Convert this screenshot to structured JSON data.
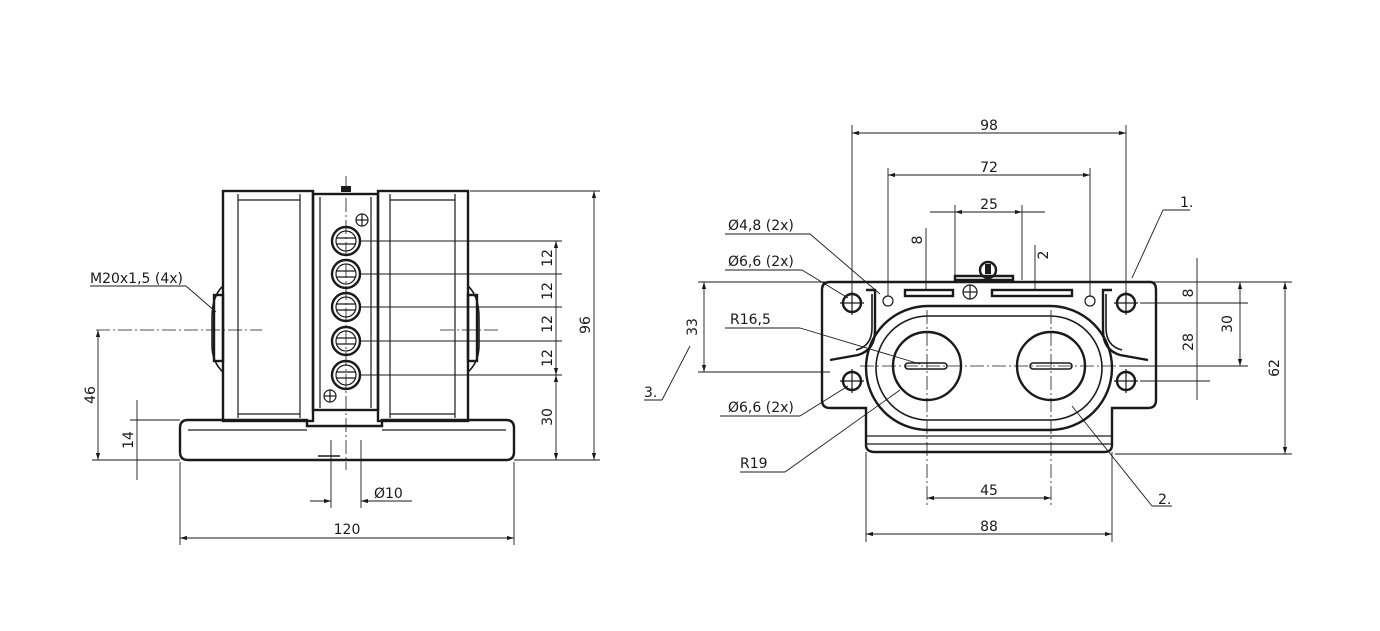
{
  "drawing": {
    "left_view": {
      "thread_label": "M20x1,5 (4x)",
      "dim_height": "96",
      "dim_pitch": [
        "12",
        "12",
        "12",
        "12"
      ],
      "dim_base": "30",
      "dim_axis_height": "46",
      "dim_foot": "14",
      "dim_hole": "Ø10",
      "dim_width": "120"
    },
    "right_view": {
      "dim_overall": "98",
      "dim_inner": "72",
      "dim_slot": "25",
      "dim_small_8": "8",
      "dim_small_2": "2",
      "hole_48": "Ø4,8 (2x)",
      "hole_66_top": "Ø6,6 (2x)",
      "radius_165": "R16,5",
      "dim_33": "33",
      "callout_3": "3.",
      "hole_66_bottom": "Ø6,6 (2x)",
      "radius_19": "R19",
      "callout_1": "1.",
      "dim_8_right": "8",
      "dim_28": "28",
      "dim_30": "30",
      "dim_62": "62",
      "callout_2": "2.",
      "dim_45": "45",
      "dim_88": "88"
    }
  },
  "colors": {
    "ink": "#1a1a1a",
    "paper": "#ffffff"
  }
}
